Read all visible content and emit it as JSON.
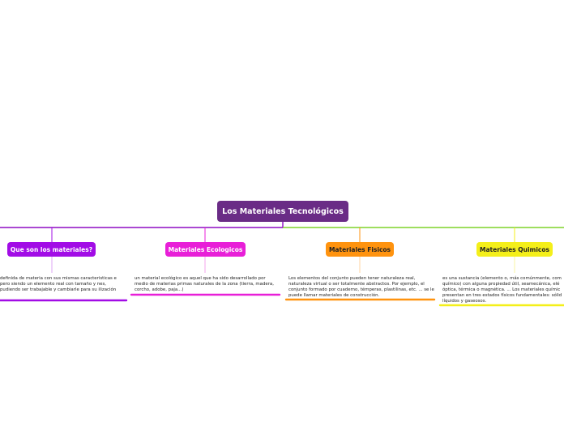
{
  "map": {
    "central_topic": "Los Materiales Tecnológicos",
    "branches": [
      {
        "title": "Que son los materiales?",
        "color": "#a20ce6",
        "description": "definida de materia con sus mismas caracteristicas e pero siendo un elemento real con tamaño y nes, pudiendo ser trabajable y cambiarle para su ilización"
      },
      {
        "title": "Materiales Ecologicos",
        "color": "#e81fd8",
        "description": "un material ecológico es aquel que ha sido desarrollado por medio de materias primas naturales de la zona (tierra, madera, corcho, adobe, paja...)"
      },
      {
        "title": "Materiales Fisicos",
        "color": "#ff930f",
        "description": "Los elementos del conjunto pueden tener naturaleza real, naturaleza virtual o ser totalmente abstractos. Por ejemplo, el conjunto formado por cuaderno, témperas, plastilinas, etc. ... se le puede llamar materiales de construcción."
      },
      {
        "title": "Materiales Quimicos",
        "color": "#f4ef1a",
        "description": "es una sustancia (elemento o, más comúnmente, com químico) con alguna propiedad útil, seamecánica, elé óptica, térmica o magnética. ... Los materiales químic presentan en tres estados físicos fundamentales: sólid líquidos y gaseosos."
      }
    ],
    "connector_colors": {
      "left": "#8e0cc4",
      "right": "#7fd42a"
    }
  }
}
